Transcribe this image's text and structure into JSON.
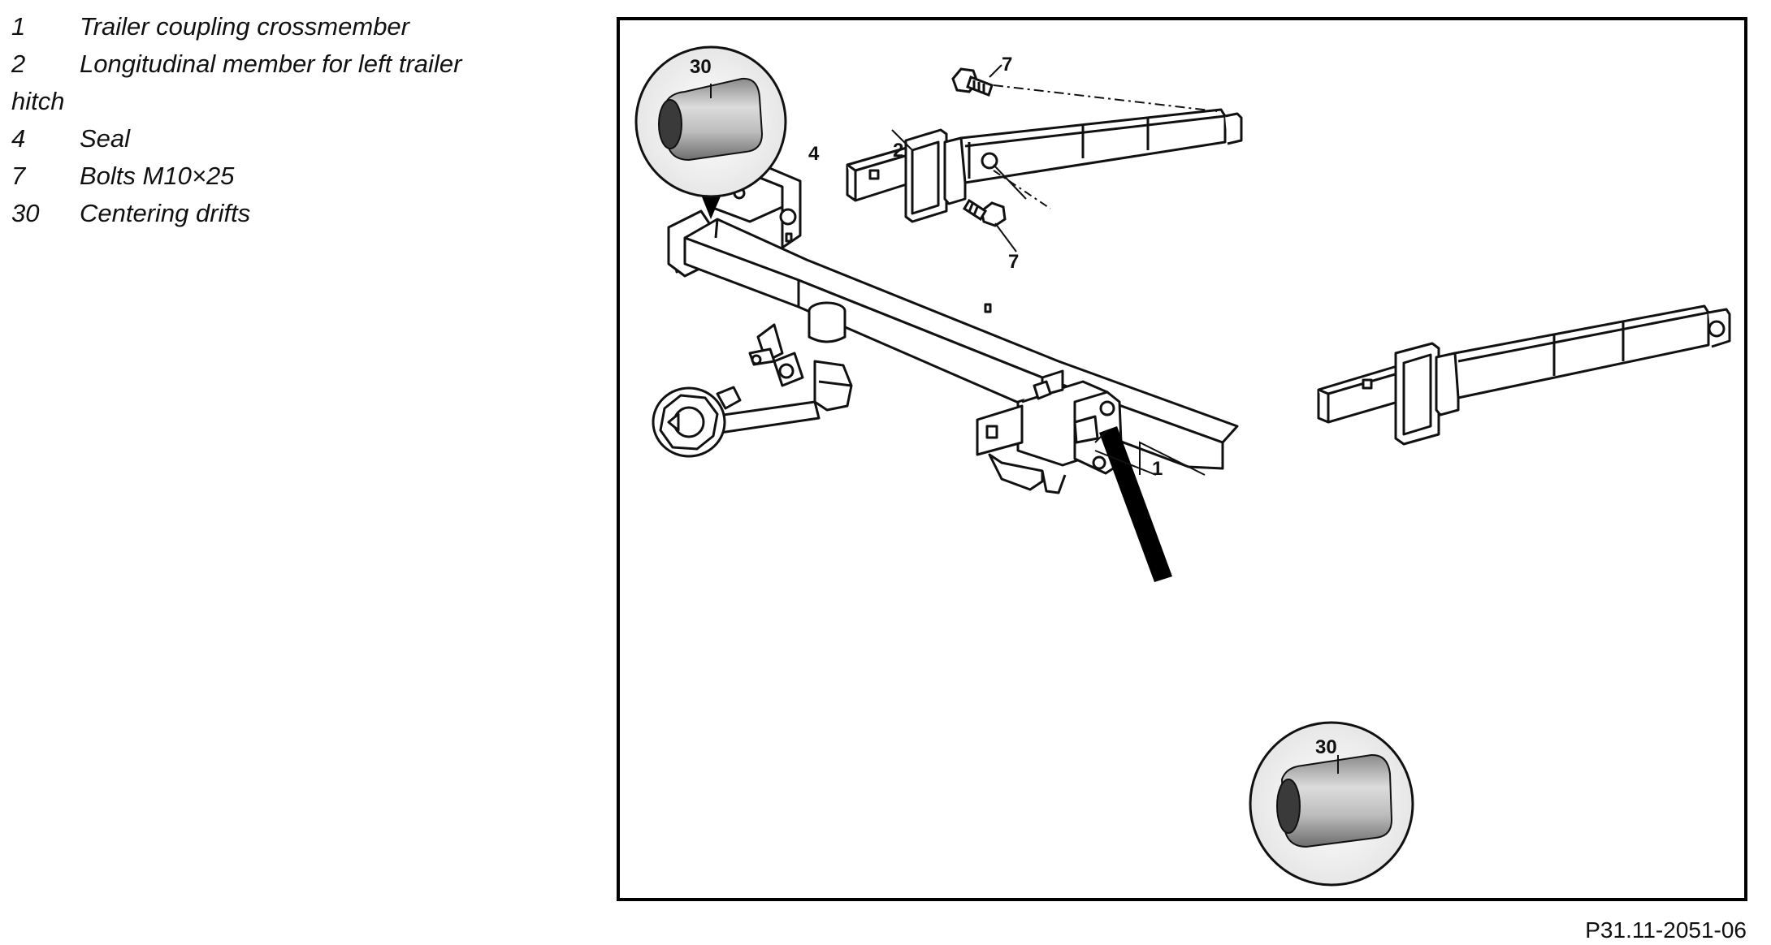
{
  "legend": {
    "items": [
      {
        "num": "1",
        "text": "Trailer coupling crossmember"
      },
      {
        "num": "2",
        "text": "Longitudinal member for left trailer"
      },
      {
        "num": "",
        "text": "hitch"
      },
      {
        "num": "4",
        "text": "Seal"
      },
      {
        "num": "7",
        "text": "Bolts M10×25"
      },
      {
        "num": "30",
        "text": "Centering drifts"
      }
    ]
  },
  "figure": {
    "callouts": {
      "c1": "1",
      "c2": "2",
      "c4": "4",
      "c7_top": "7",
      "c7_bottom": "7",
      "c30_top": "30",
      "c30_bottom": "30"
    },
    "reference": "P31.11-2051-06"
  }
}
